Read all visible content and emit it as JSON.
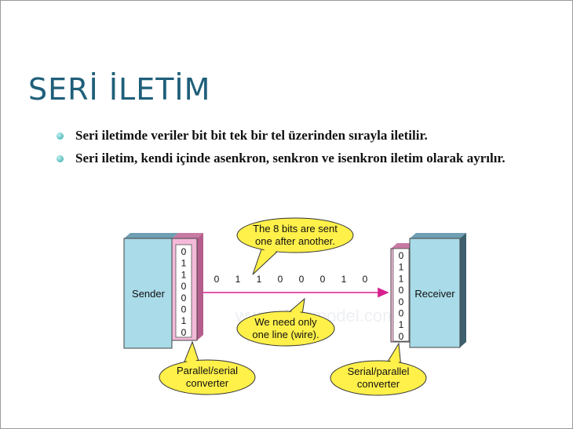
{
  "slide": {
    "title": "SERİ İLETİM",
    "bullets": [
      "Seri iletimde veriler bit bit tek bir tel üzerinden sırayla iletilir.",
      "Seri iletim, kendi içinde asenkron, senkron ve isenkron iletim olarak ayrılır."
    ]
  },
  "diagram": {
    "sender_label": "Sender",
    "receiver_label": "Receiver",
    "sender_bits": [
      "0",
      "1",
      "1",
      "0",
      "0",
      "0",
      "1",
      "0"
    ],
    "receiver_bits": [
      "0",
      "1",
      "1",
      "0",
      "0",
      "0",
      "1",
      "0"
    ],
    "line_bits": [
      "0",
      "1",
      "1",
      "0",
      "0",
      "0",
      "1",
      "0"
    ],
    "callout_top": [
      "The 8 bits are sent",
      "one after another."
    ],
    "callout_bottom": [
      "We need only",
      "one line (wire)."
    ],
    "callout_left": [
      "Parallel/serial",
      "converter"
    ],
    "callout_right": [
      "Serial/parallel",
      "converter"
    ],
    "watermark": "www.slidemodel.com",
    "colors": {
      "device_blue": "#a9dbe8",
      "converter_pink": "#f4b9d9",
      "wire_magenta": "#d6208f",
      "callout_yellow": "#fff04a",
      "title_teal": "#1f5f7a"
    }
  }
}
